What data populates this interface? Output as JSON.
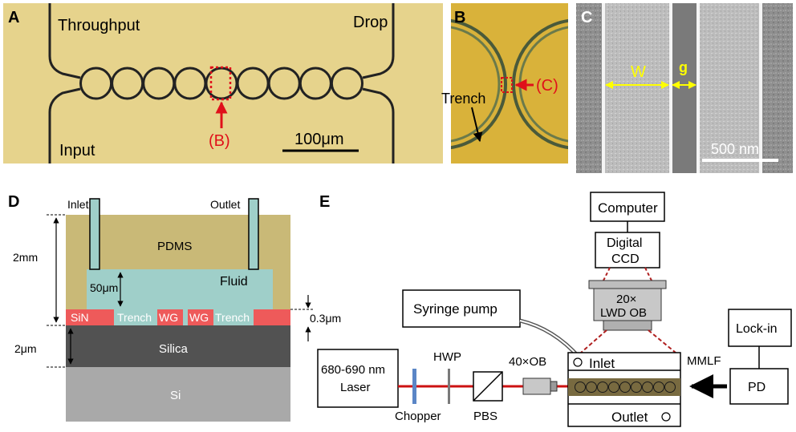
{
  "panels": {
    "A": {
      "label": "A",
      "throughput": "Throughput",
      "drop": "Drop",
      "input": "Input",
      "marker": "(B)",
      "scale": "100μm",
      "ring_count": 9
    },
    "B": {
      "label": "B",
      "marker": "(C)",
      "trench": "Trench"
    },
    "C": {
      "label": "C",
      "width": "W",
      "gap": "g",
      "scale": "500 nm"
    },
    "D": {
      "label": "D",
      "inlet": "Inlet",
      "outlet": "Outlet",
      "pdms": "PDMS",
      "fluid": "Fluid",
      "dim_2mm": "2mm",
      "dim_50um": "50μm",
      "dim_03um": "0.3μm",
      "dim_2um": "2μm",
      "sin": "SiN",
      "trench_left": "Trench",
      "wg_left": "WG",
      "wg_right": "WG",
      "trench_right": "Trench",
      "silica": "Silica",
      "si": "Si"
    },
    "E": {
      "label": "E",
      "computer": "Computer",
      "ccd_line1": "Digital",
      "ccd_line2": "CCD",
      "objective_line1": "20×",
      "objective_line2": "LWD OB",
      "syringe": "Syringe pump",
      "lockin": "Lock-in",
      "laser_line1": "680-690 nm",
      "laser_line2": "Laser",
      "hwp": "HWP",
      "objective40": "40×OB",
      "mmlf": "MMLF",
      "inlet": "Inlet",
      "outlet": "Outlet",
      "pd": "PD",
      "chopper": "Chopper",
      "pbs": "PBS",
      "ring_count": 9
    }
  },
  "colors": {
    "micrograph_bg": "#e6d38c",
    "panelB_bg": "#d9b23a",
    "sem_bg": "#8e8e8e",
    "pdms": "#c9b977",
    "fluid": "#9fcfc9",
    "sin": "#ee5a5a",
    "silica": "#525252",
    "si": "#a9a9a9",
    "beam": "#cc1111",
    "marker_red": "#e0101a",
    "annotation_yellow": "#ffff00"
  }
}
